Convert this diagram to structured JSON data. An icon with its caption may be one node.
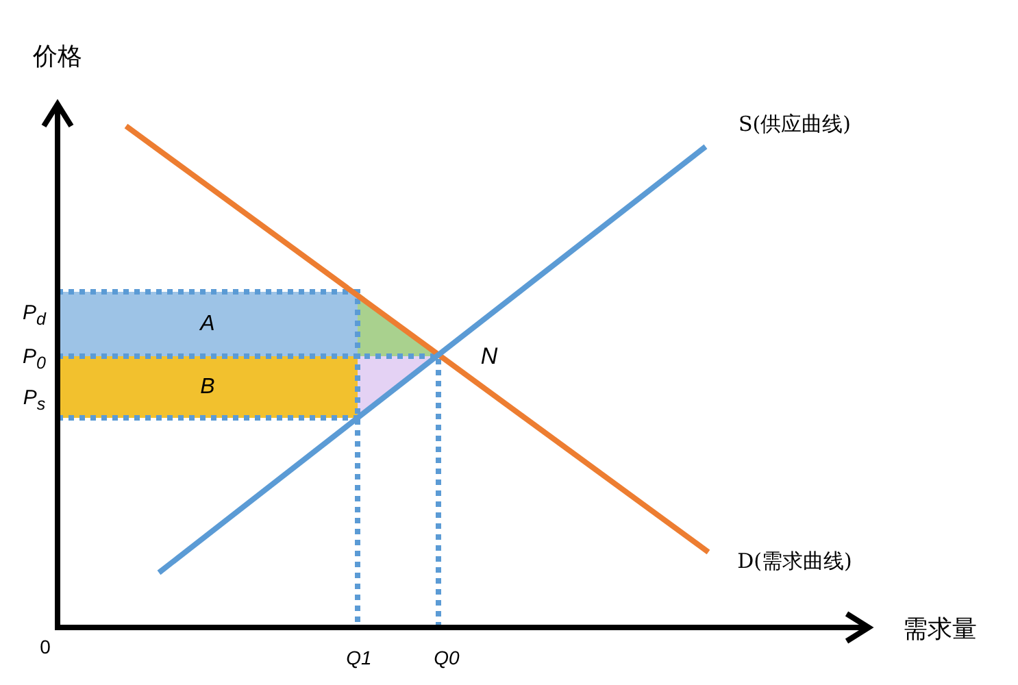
{
  "diagram": {
    "nodes": [
      {
        "text": [
          "A"
        ]
      },
      {
        "text": [
          "B"
        ]
      }
    ],
    "labels": [
      "价格",
      "S(供应曲线)",
      "P$_{d}$",
      "P$_{0}$",
      "N",
      "P$_{s}$",
      "D(需求曲线)",
      "0",
      "Q1",
      "Q0",
      "需求量"
    ]
  }
}
